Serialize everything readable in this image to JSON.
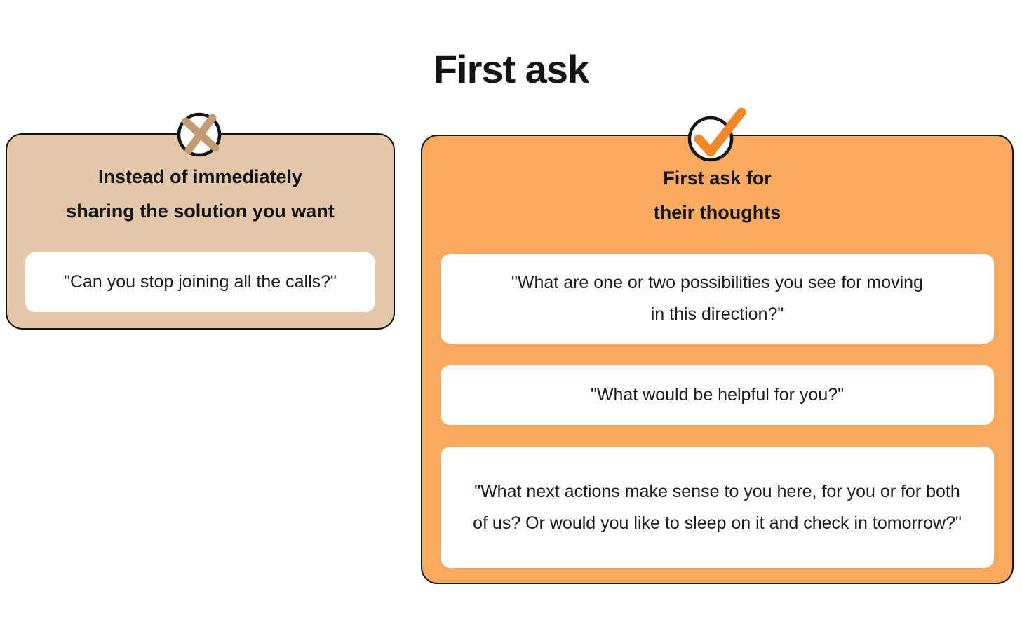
{
  "title": "First ask",
  "colors": {
    "wrong_panel_bg": "#e2c7aa",
    "wrong_icon": "#c49b73",
    "right_panel_bg": "#f9aa5f",
    "right_icon": "#f0882a",
    "border": "#141414",
    "card_bg": "#ffffff",
    "text": "#131313"
  },
  "wrong_panel": {
    "icon": "x-mark-icon",
    "heading_line1": "Instead of immediately",
    "heading_line2": "sharing the solution you want",
    "cards": [
      "\"Can you stop joining all the calls?\""
    ]
  },
  "right_panel": {
    "icon": "checkmark-icon",
    "heading_line1": "First ask for",
    "heading_line2": "their thoughts",
    "cards": [
      "\"What are one or two possibilities you see for moving in this direction?\"",
      "\"What would be helpful for you?\"",
      "\"What next actions make sense to you here, for you or for both of us? Or would you like to sleep on it and check in tomorrow?\""
    ]
  }
}
